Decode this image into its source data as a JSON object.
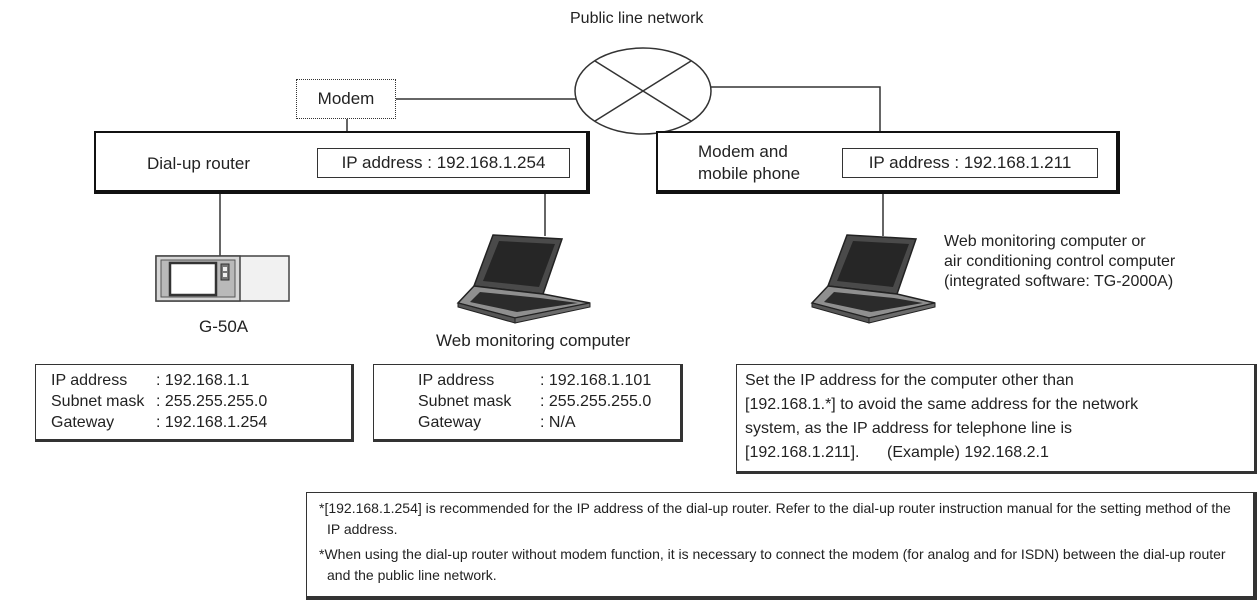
{
  "network": {
    "label": "Public line network"
  },
  "modem": {
    "label": "Modem"
  },
  "router": {
    "name": "Dial-up router",
    "ip": "IP address : 192.168.1.254"
  },
  "mobile": {
    "name_line1": "Modem and",
    "name_line2": "mobile phone",
    "ip": "IP address : 192.168.1.211"
  },
  "g50a": {
    "label": "G-50A",
    "rows": [
      {
        "key": "IP address",
        "value": ": 192.168.1.1"
      },
      {
        "key": "Subnet mask",
        "value": ": 255.255.255.0"
      },
      {
        "key": "Gateway",
        "value": ": 192.168.1.254"
      }
    ]
  },
  "web_pc": {
    "label": "Web monitoring computer",
    "rows": [
      {
        "key": "IP address",
        "value": ": 192.168.1.101"
      },
      {
        "key": "Subnet mask",
        "value": ": 255.255.255.0"
      },
      {
        "key": "Gateway",
        "value": ": N/A"
      }
    ]
  },
  "remote_pc": {
    "line1": "Web monitoring computer or",
    "line2": "air conditioning control computer",
    "line3": "(integrated software: TG-2000A)"
  },
  "remote_note": {
    "line1": "Set the IP address for the computer other than",
    "line2": "[192.168.1.*] to avoid the same address for the network",
    "line3": "system, as the IP address for telephone line is",
    "line4_a": "[192.168.1.211].",
    "line4_b": "(Example) 192.168.2.1"
  },
  "footnotes": [
    "*[192.168.1.254] is recommended for the IP address of the dial-up router. Refer to the dial-up router instruction manual for the setting method of the IP address.",
    "*When using the dial-up router without modem function, it is necessary to connect the modem (for analog and for ISDN) between the dial-up router and the public line network."
  ]
}
